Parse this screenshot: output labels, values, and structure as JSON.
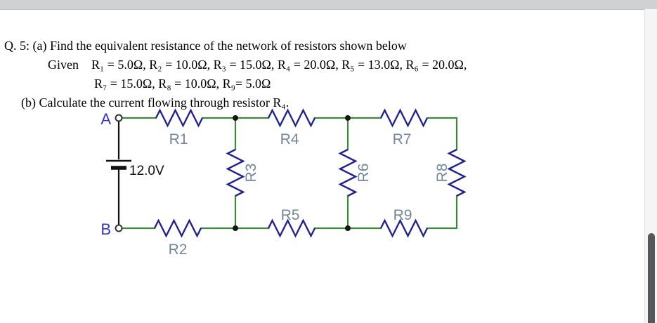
{
  "document": {
    "line1": "Q. 5: (a) Find the equivalent resistance of the network of resistors shown below",
    "line2": "Given    R₁ = 5.0Ω, R₂ = 10.0Ω, R₃ = 15.0Ω, R₄ = 20.0Ω, R₅ = 13.0Ω, R₆ = 20.0Ω,",
    "line3": "R₇ = 15.0Ω, R₈ = 10.0Ω, R₉= 5.0Ω",
    "line4": "(b) Calculate the current flowing through resistor R₄.",
    "part_a_value": "Find the equivalent resistance of the network of resistors",
    "part_b_value": "Calculate the current flowing through resistor R4"
  },
  "circuit": {
    "node_labels": {
      "a": "A",
      "b": "B"
    },
    "battery_label": "12.0V",
    "resistor_labels": {
      "r1": "R1",
      "r2": "R2",
      "r3": "R3",
      "r4": "R4",
      "r5": "R5",
      "r6": "R6",
      "r7": "R7",
      "r8": "R8",
      "r9": "R9"
    },
    "colors": {
      "wire": "#3a8a3a",
      "resistor": "#22228e",
      "label": "#72879a",
      "node_label": "#3434c8",
      "battery": "#111111"
    }
  }
}
